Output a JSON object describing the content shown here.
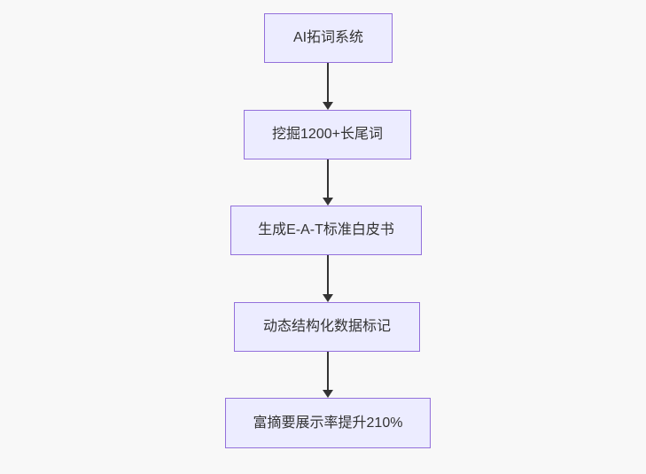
{
  "diagram": {
    "type": "flowchart",
    "direction": "top-down",
    "nodes": [
      {
        "id": "n1",
        "label": "AI拓词系统"
      },
      {
        "id": "n2",
        "label": "挖掘1200+长尾词"
      },
      {
        "id": "n3",
        "label": "生成E-A-T标准白皮书"
      },
      {
        "id": "n4",
        "label": "动态结构化数据标记"
      },
      {
        "id": "n5",
        "label": "富摘要展示率提升210%"
      }
    ],
    "edges": [
      {
        "from": "n1",
        "to": "n2"
      },
      {
        "from": "n2",
        "to": "n3"
      },
      {
        "from": "n3",
        "to": "n4"
      },
      {
        "from": "n4",
        "to": "n5"
      }
    ],
    "colors": {
      "background": "#f8f8f8",
      "node_fill": "#ECECFF",
      "node_border": "#9370DB",
      "text": "#333333",
      "arrow": "#333333"
    }
  }
}
